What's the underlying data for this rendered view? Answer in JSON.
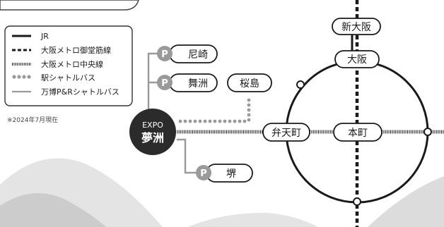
{
  "legend": {
    "items": [
      {
        "key": "jr",
        "label": "JR"
      },
      {
        "key": "midosuji",
        "label": "大阪メトロ御堂筋線"
      },
      {
        "key": "chuo",
        "label": "大阪メトロ中央線"
      },
      {
        "key": "shuttle",
        "label": "駅シャトルバス"
      },
      {
        "key": "park_ride",
        "label": "万博P&Rシャトルバス"
      }
    ]
  },
  "note": "※2024年7月現在",
  "hub": {
    "top": "EXPO",
    "bottom": "夢洲"
  },
  "parking_icon": "P",
  "parking_lots": {
    "amagasaki": "尼崎",
    "maishima": "舞洲",
    "sakai": "堺"
  },
  "stations": {
    "sakurajima": "桜島",
    "shin_osaka": "新大阪",
    "osaka": "大阪",
    "bentencho": "弁天町",
    "honmachi": "本町"
  },
  "colors": {
    "line": "#1a1a1a",
    "park_ride": "#9a9a9a",
    "hub": "#2b2b2b",
    "terrain": "#d9d9d9"
  }
}
